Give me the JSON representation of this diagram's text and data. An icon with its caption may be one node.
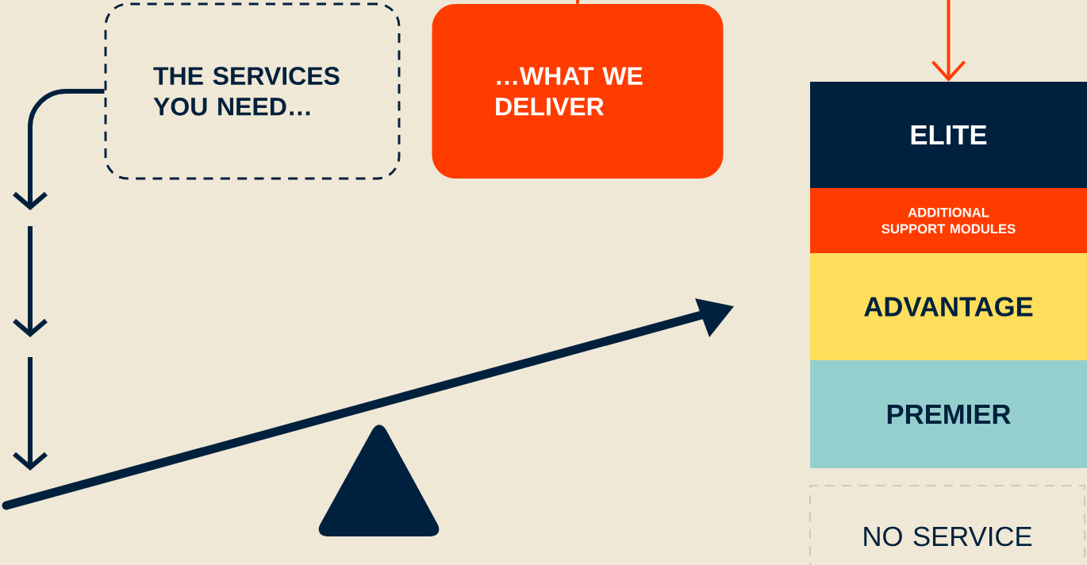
{
  "diagram": {
    "nodes": [
      {
        "text": [
          "THE SERVICES YOU NEED…"
        ]
      },
      {
        "text": [
          "…WHAT WE DELIVER"
        ]
      },
      {
        "text": [
          "ELITE"
        ]
      },
      {
        "text": [
          "ADDITIONAL SUPPORT MODULES"
        ]
      },
      {
        "text": [
          "ADVANTAGE"
        ]
      },
      {
        "text": [
          "PREMIER"
        ]
      },
      {
        "text": [
          "NO SERVICE"
        ]
      }
    ],
    "edges": [
      {
        "from": 0,
        "to": null,
        "arrow": "to",
        "color": "#00213d"
      },
      {
        "from": null,
        "to": 1,
        "arrow": "none",
        "color": "#ff3c00"
      },
      {
        "from": null,
        "to": 2,
        "arrow": "to",
        "color": "#ff3c00"
      }
    ]
  }
}
